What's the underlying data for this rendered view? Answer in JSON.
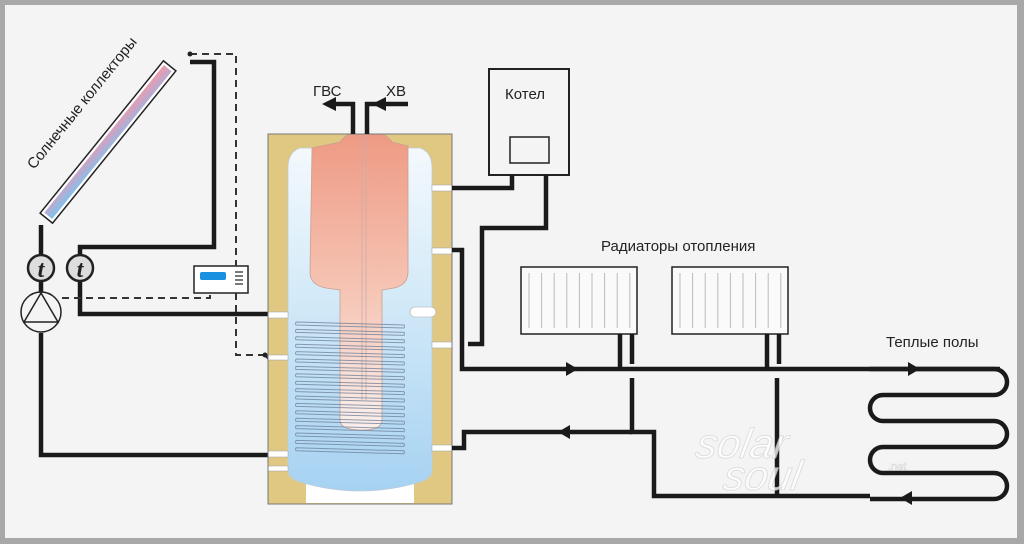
{
  "diagram": {
    "title": "Solar water heating system with boiler, radiators and underfloor heating",
    "labels": {
      "solar_collectors": "Солнечные коллекторы",
      "hot_water_out": "ГВС",
      "cold_water_in": "ХВ",
      "boiler": "Котел",
      "radiators": "Радиаторы отопления",
      "underfloor_heating": "Теплые полы",
      "temp_sensor_symbol": "t"
    },
    "components": [
      {
        "id": "solar-collector",
        "name": "Солнечные коллекторы"
      },
      {
        "id": "temperature-sensor-1",
        "name": "t"
      },
      {
        "id": "temperature-sensor-2",
        "name": "t"
      },
      {
        "id": "circulation-pump",
        "name": "pump"
      },
      {
        "id": "solar-controller",
        "name": "controller"
      },
      {
        "id": "storage-tank",
        "name": "tank"
      },
      {
        "id": "gas-boiler",
        "name": "Котел"
      },
      {
        "id": "radiator-1",
        "name": "Радиатор 1"
      },
      {
        "id": "radiator-2",
        "name": "Радиатор 2"
      },
      {
        "id": "floor-heating-loop",
        "name": "Теплые полы"
      }
    ],
    "watermark": {
      "line1": "solar",
      "line2": "soul",
      "suffix": ".net"
    },
    "colors": {
      "background": "#f4f4f4",
      "border": "#a8a8a8",
      "insulation": "#e0c882",
      "hot_water_top": "#ee9c86",
      "hot_water_bottom": "#f8dcd2",
      "cold_water_top": "#eef6fc",
      "cold_water_bottom": "#a8d4f2",
      "collector_hot": "#f09aa8",
      "collector_cold": "#7cc4ee",
      "controller_display": "#1a90e0",
      "pipe": "#1a1a1a"
    }
  }
}
